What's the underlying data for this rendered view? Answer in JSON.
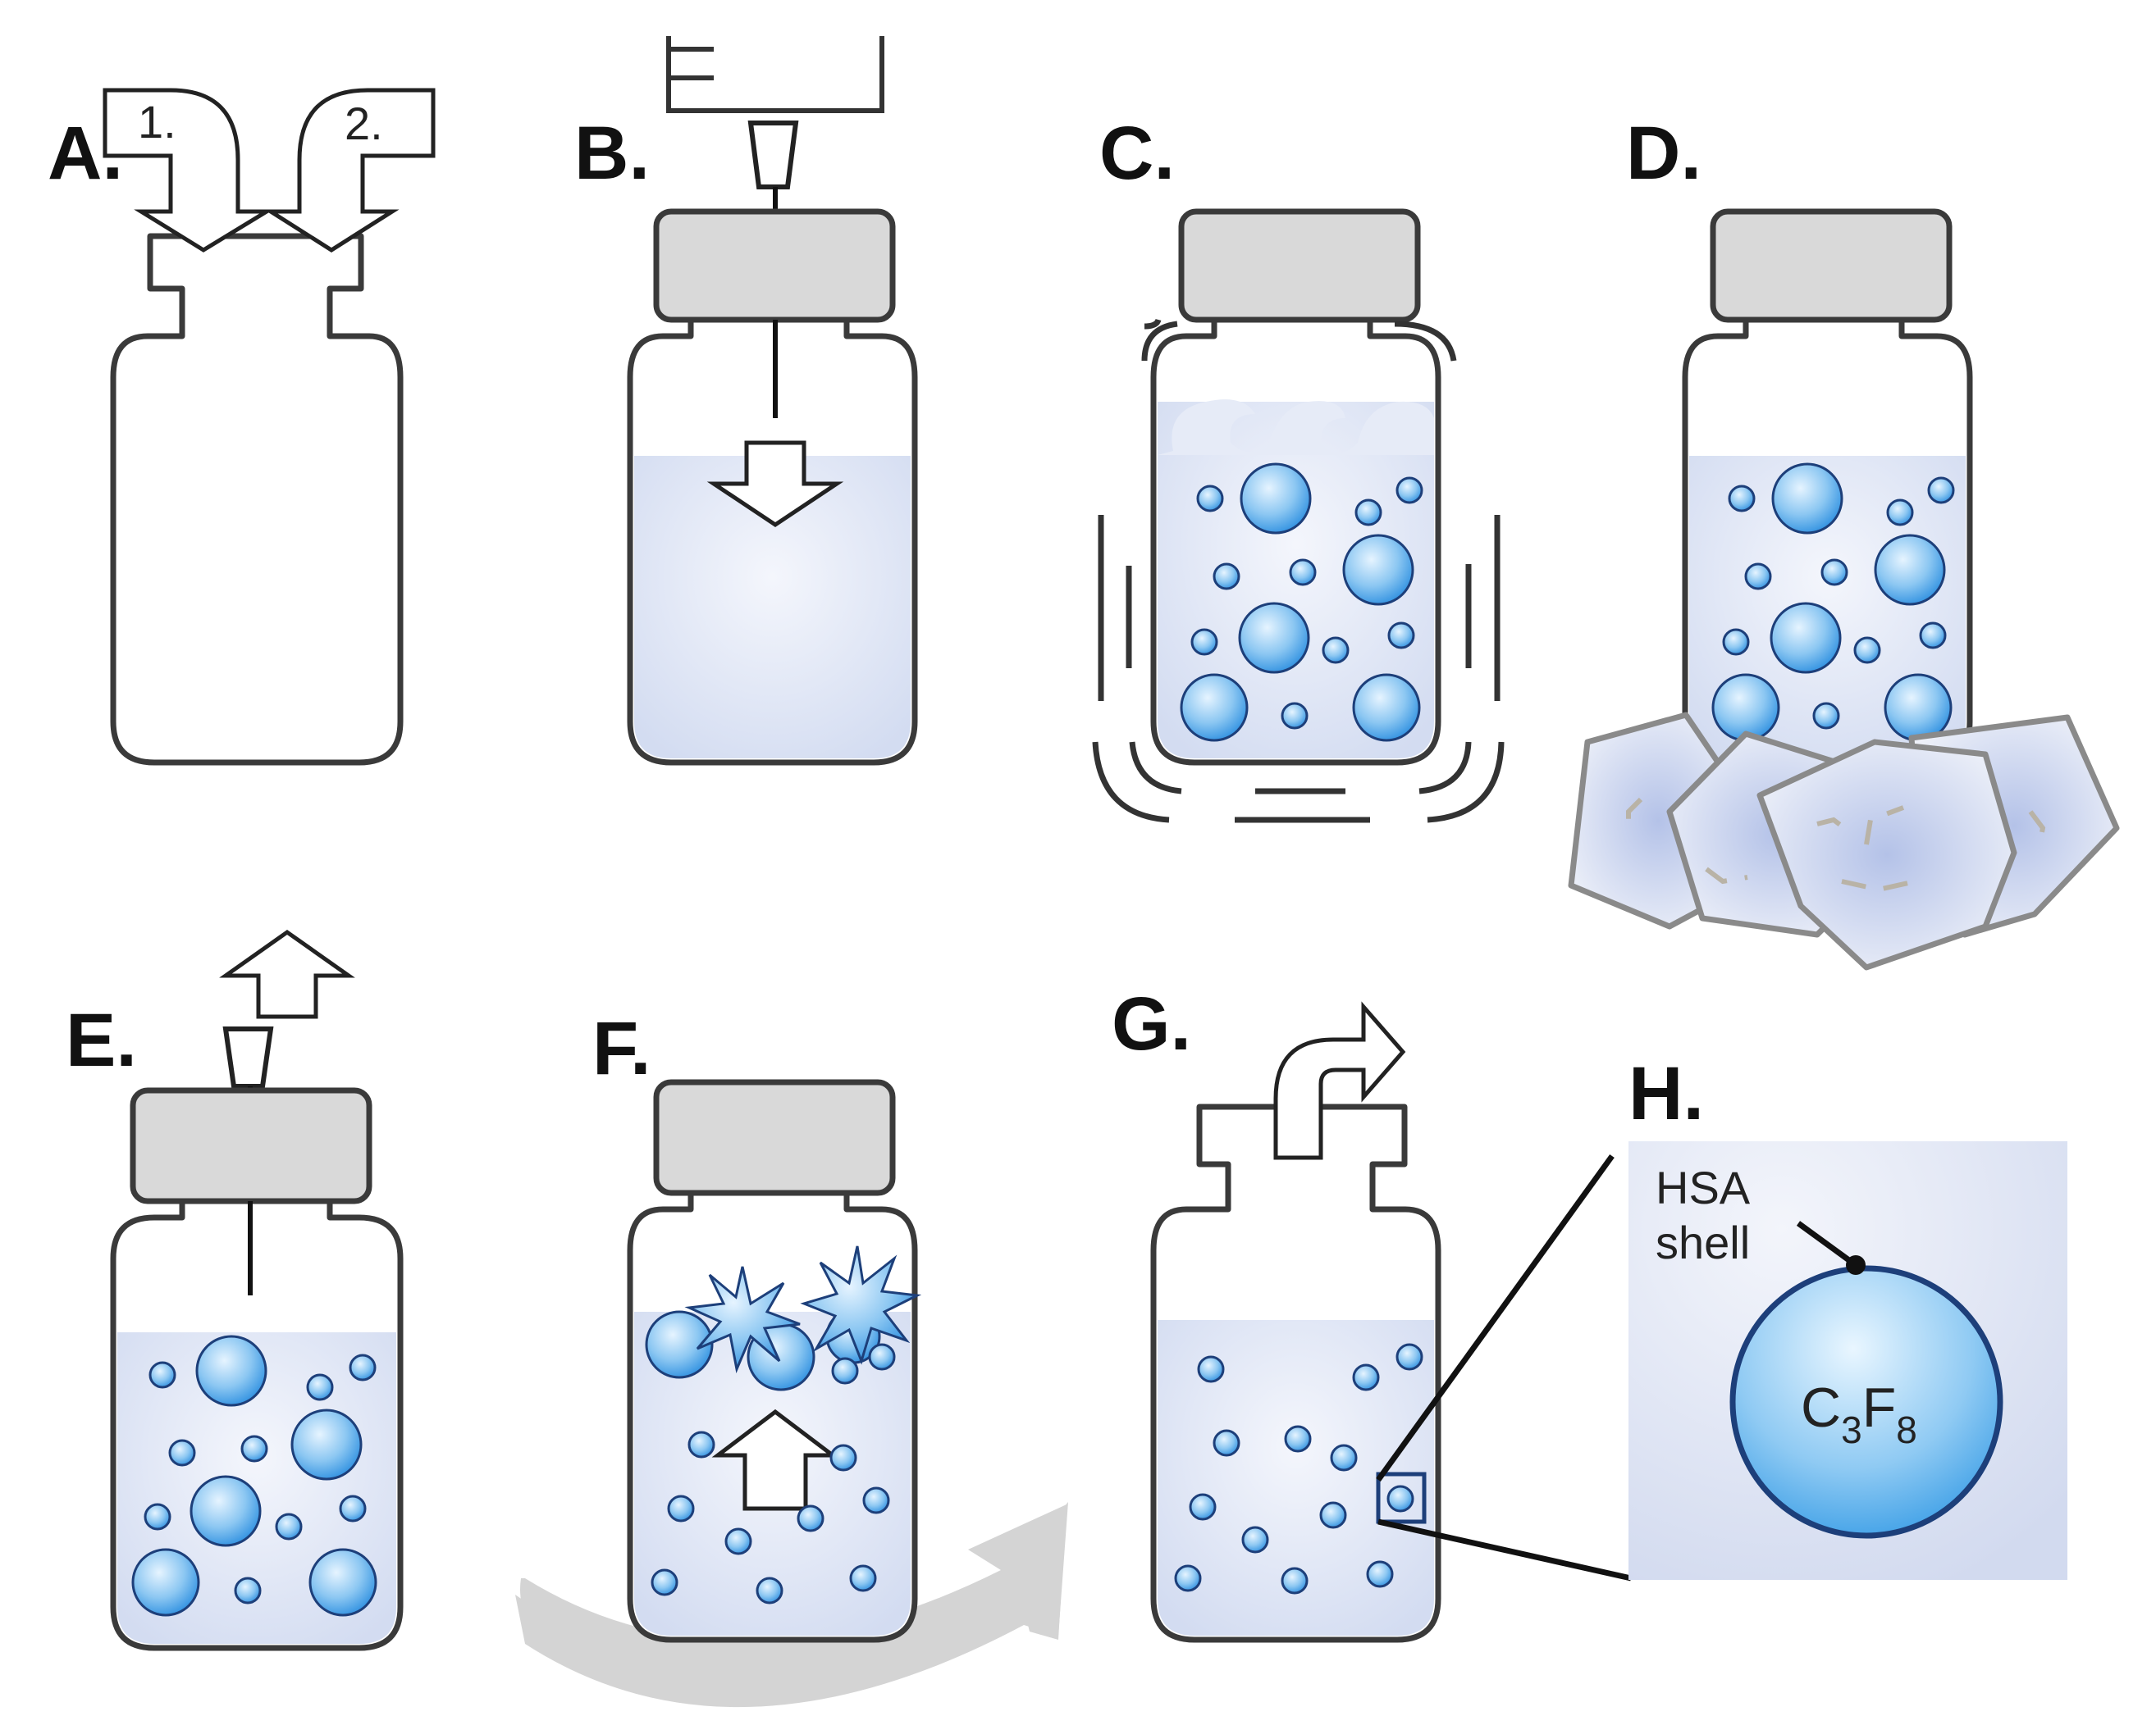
{
  "panels": {
    "a": "A.",
    "b": "B.",
    "c": "C.",
    "d": "D.",
    "e": "E.",
    "f": "F.",
    "g": "G.",
    "h": "H."
  },
  "steps": {
    "step1": "1.",
    "step2": "2."
  },
  "inset": {
    "label_line1": "HSA",
    "label_line2": "shell",
    "gas": "C",
    "gas_sub1": "3",
    "gas_mid": "F",
    "gas_sub2": "8"
  },
  "colors": {
    "liquid": "#dfe6f5",
    "bubble_center": "#7fc4f2",
    "bubble_edge": "#1d7fd6",
    "cap": "#d9d9d9",
    "ice": "#c9d2ea",
    "shell": "#1d3f7a"
  }
}
